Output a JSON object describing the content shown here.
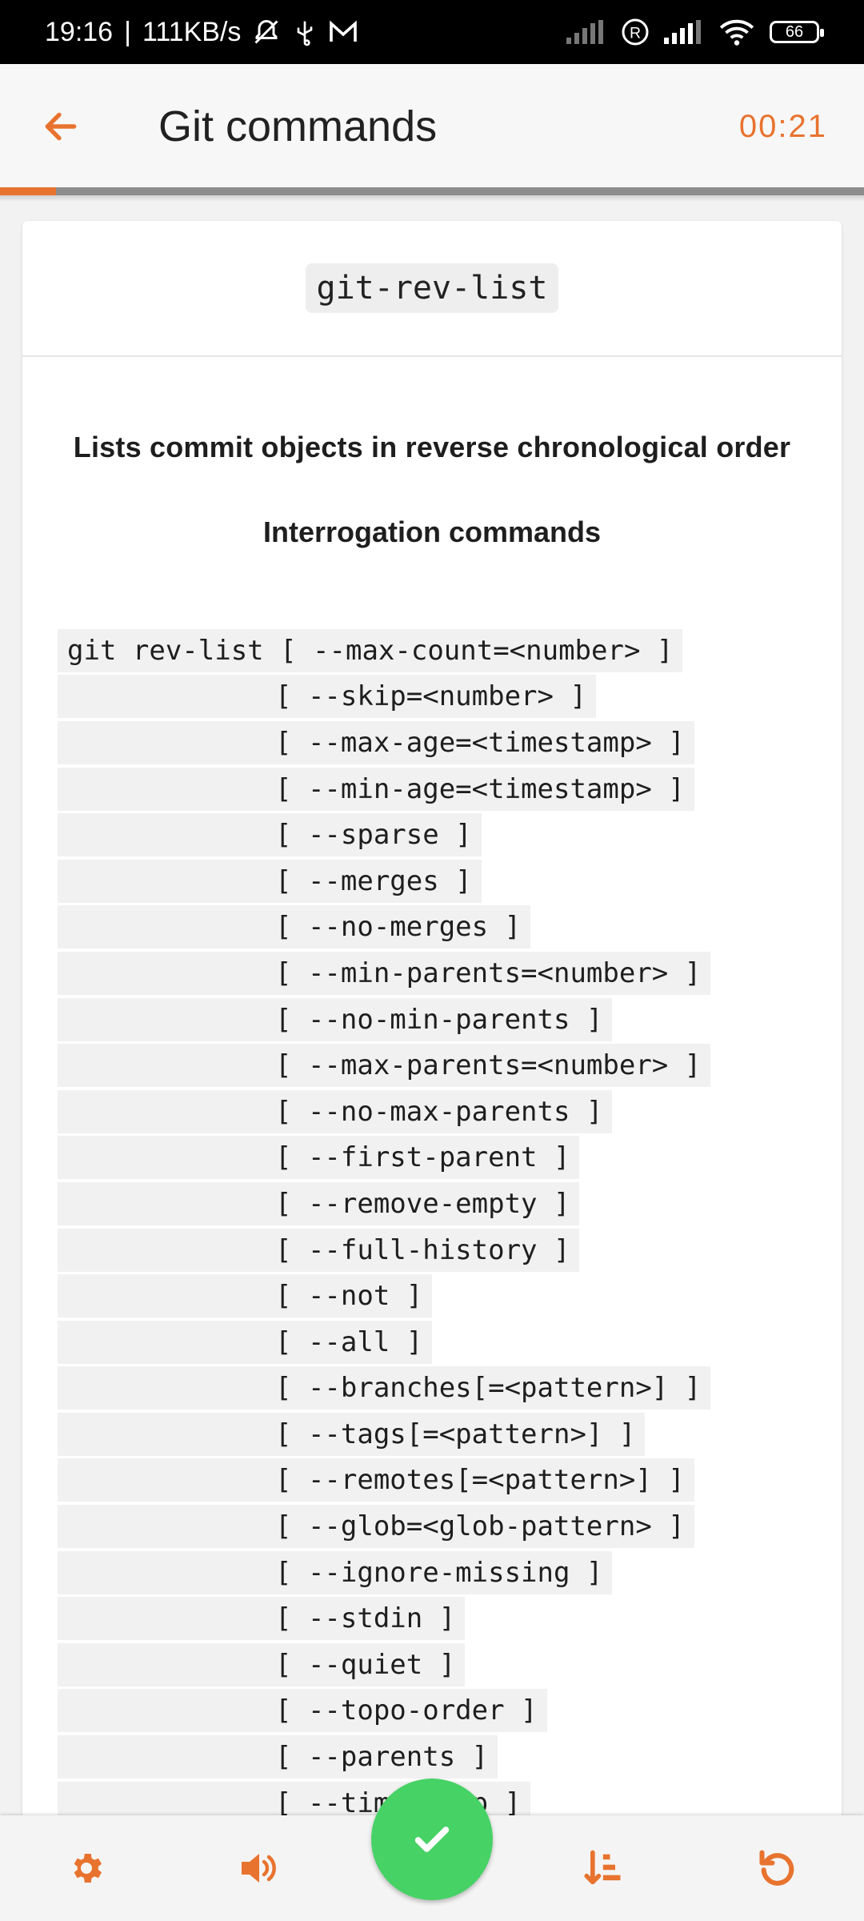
{
  "status_bar": {
    "time": "19:16",
    "speed": "111KB/s",
    "battery": "66"
  },
  "app_bar": {
    "title": "Git commands",
    "timer": "00:21"
  },
  "progress": {
    "fraction": 0.065
  },
  "card": {
    "command": "git-rev-list",
    "description": "Lists commit objects in reverse chronological order",
    "category": "Interrogation commands",
    "syntax_lines": [
      "git rev-list [ --max-count=<number> ]",
      "[ --skip=<number> ]",
      "[ --max-age=<timestamp> ]",
      "[ --min-age=<timestamp> ]",
      "[ --sparse ]",
      "[ --merges ]",
      "[ --no-merges ]",
      "[ --min-parents=<number> ]",
      "[ --no-min-parents ]",
      "[ --max-parents=<number> ]",
      "[ --no-max-parents ]",
      "[ --first-parent ]",
      "[ --remove-empty ]",
      "[ --full-history ]",
      "[ --not ]",
      "[ --all ]",
      "[ --branches[=<pattern>] ]",
      "[ --tags[=<pattern>] ]",
      "[ --remotes[=<pattern>] ]",
      "[ --glob=<glob-pattern> ]",
      "[ --ignore-missing ]",
      "[ --stdin ]",
      "[ --quiet ]",
      "[ --topo-order ]",
      "[ --parents ]",
      "[ --timestamp ]"
    ]
  },
  "colors": {
    "accent": "#e8732f",
    "fab": "#47d266"
  }
}
